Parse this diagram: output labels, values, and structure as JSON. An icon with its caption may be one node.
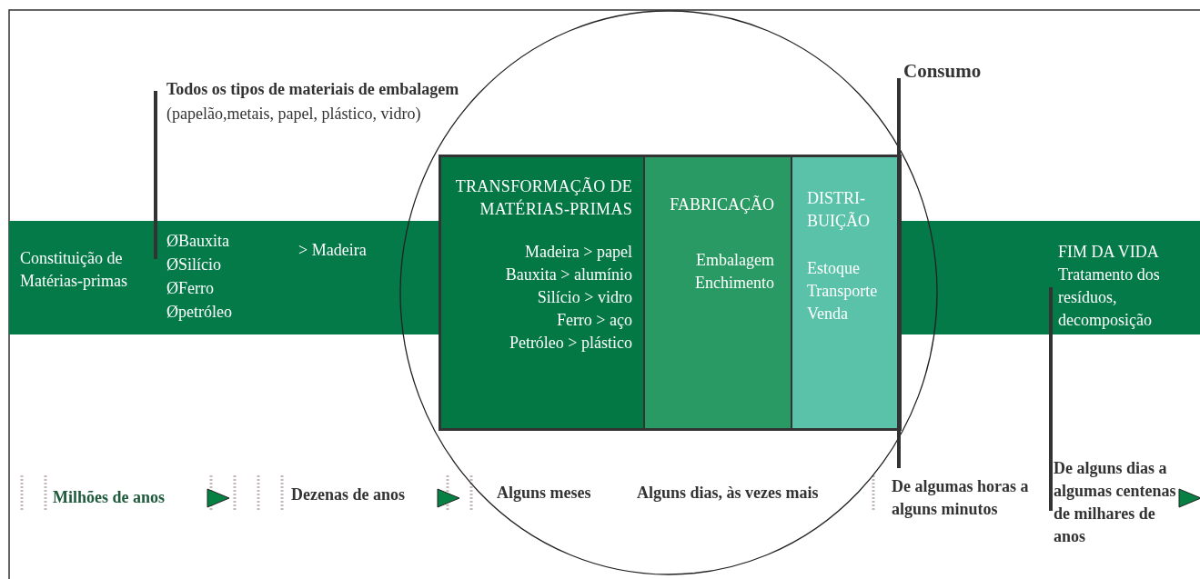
{
  "diagram": {
    "nodes": [
      {
        "text": [
          "Constituição de Matérias-primas",
          "ØBauxita",
          "ØSilício",
          "ØFerro",
          "Øpetróleo",
          "> Madeira",
          "FIM DA VIDA",
          "Tratamento dos resíduos, decomposição"
        ]
      },
      {
        "text": [],
        "shape": "circle"
      },
      {
        "text": [
          "TRANSFORMAÇÃO DE MATÉRIAS-PRIMAS",
          "Madeira > papel",
          "Bauxita > alumínio",
          "Silício > vidro",
          "Ferro > aço",
          "Petróleo > plástico"
        ],
        "in": 1
      },
      {
        "text": [
          "FABRICAÇÃO",
          "Embalagem",
          "Enchimento"
        ],
        "in": 1
      },
      {
        "text": [
          "DISTRI- BUIÇÃO",
          "Estoque",
          "Transporte",
          "Venda"
        ],
        "in": 1
      }
    ],
    "edges": [],
    "labels": [
      "Todos os tipos de materiais de embalagem",
      "(papelão,metais, papel, plástico, vidro)",
      "Consumo",
      "Milhões de anos",
      "Dezenas de anos",
      "Alguns meses",
      "Alguns dias, às vezes mais",
      "De algumas horas a alguns minutos",
      "De alguns dias a algumas centenas de milhares de anos"
    ]
  }
}
